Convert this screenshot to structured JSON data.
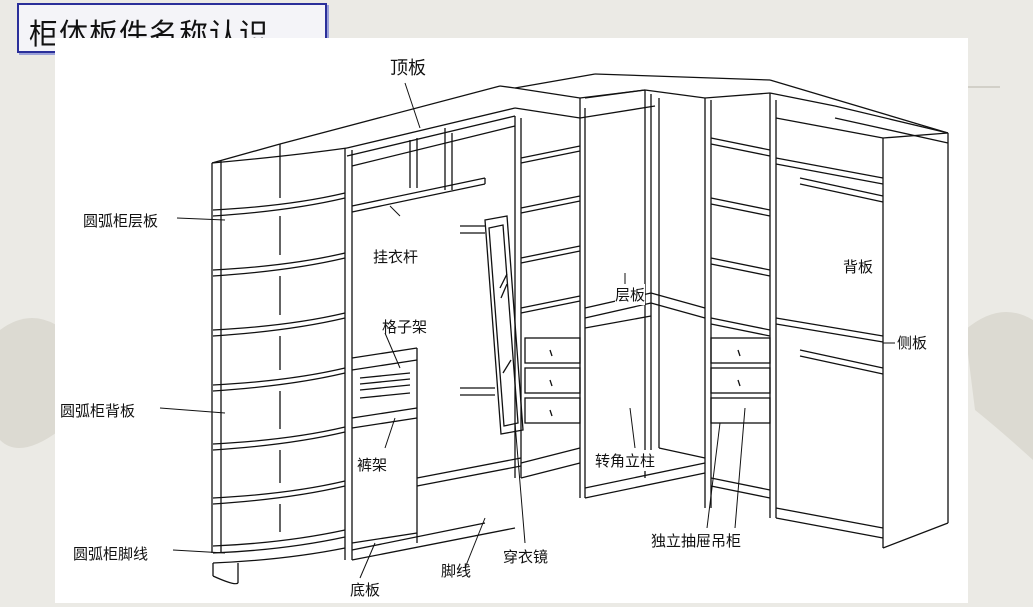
{
  "title": "柜体板件名称认识",
  "labels": {
    "top_panel": "顶板",
    "arc_shelf": "圆弧柜层板",
    "hanging_rod": "挂衣杆",
    "grid_rack": "格子架",
    "arc_back_panel": "圆弧柜背板",
    "trouser_rack": "裤架",
    "arc_kick_line": "圆弧柜脚线",
    "bottom_panel": "底板",
    "kick_line": "脚线",
    "dressing_mirror": "穿衣镜",
    "shelf": "层板",
    "corner_post": "转角立柱",
    "back_panel": "背板",
    "side_panel": "侧板",
    "hanging_drawer": "独立抽屉吊柜"
  }
}
